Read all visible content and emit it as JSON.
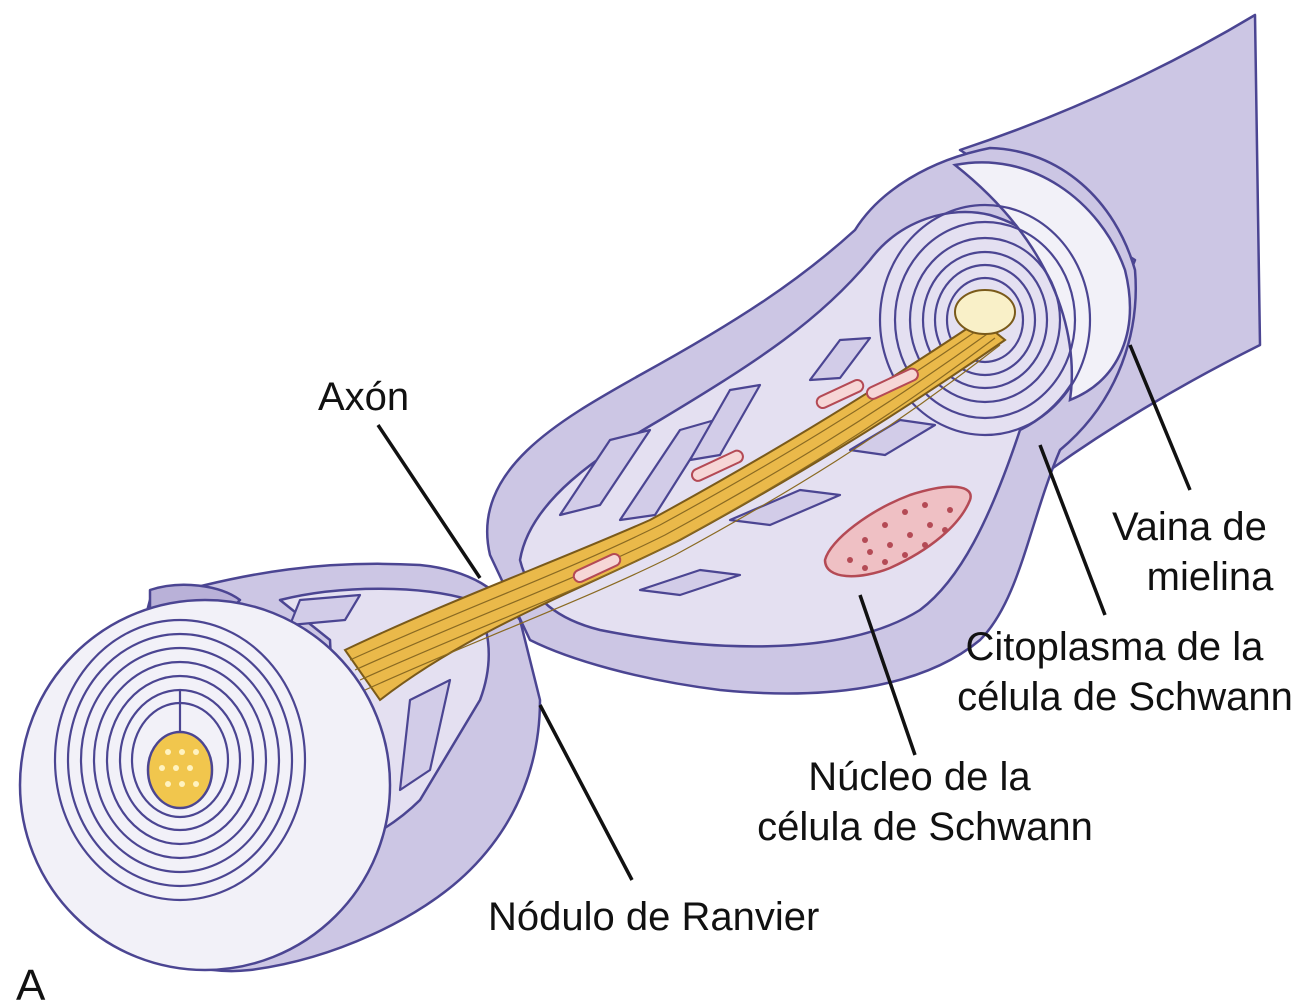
{
  "panel_letter": "A",
  "labels": {
    "axon": "Axón",
    "myelin_sheath": [
      "Vaina de",
      "mielina"
    ],
    "schwann_cytoplasm": [
      "Citoplasma de la",
      "célula de Schwann"
    ],
    "schwann_nucleus": [
      "Núcleo de la",
      "célula de Schwann"
    ],
    "node_of_ranvier": "Nódulo de Ranvier"
  },
  "colors": {
    "membrane_fill": "#ccc6e4",
    "membrane_outline": "#4b4592",
    "axon_fill": "#e8b844",
    "nucleus_fill": "#efc0c4"
  }
}
